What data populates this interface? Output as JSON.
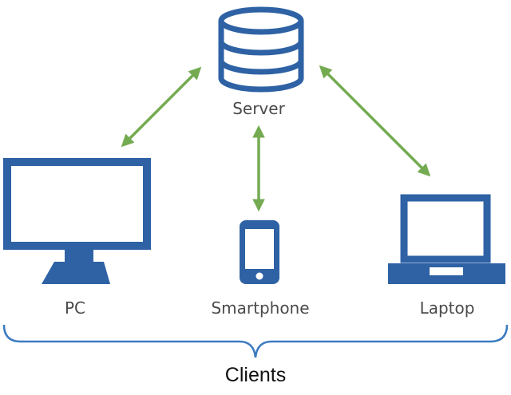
{
  "diagram": {
    "nodes": {
      "server": {
        "label": "Server",
        "icon": "database-icon"
      },
      "pc": {
        "label": "PC",
        "icon": "monitor-icon"
      },
      "smartphone": {
        "label": "Smartphone",
        "icon": "smartphone-icon"
      },
      "laptop": {
        "label": "Laptop",
        "icon": "laptop-icon"
      }
    },
    "group": {
      "label": "Clients"
    },
    "edges": [
      {
        "from": "Server",
        "to": "PC",
        "bidirectional": true
      },
      {
        "from": "Server",
        "to": "Smartphone",
        "bidirectional": true
      },
      {
        "from": "Server",
        "to": "Laptop",
        "bidirectional": true
      }
    ],
    "colors": {
      "icon": "#2e62a4",
      "arrow": "#74ab52",
      "brace": "#3b7bc1",
      "label": "#4a4a4a",
      "group_label": "#111111"
    }
  }
}
